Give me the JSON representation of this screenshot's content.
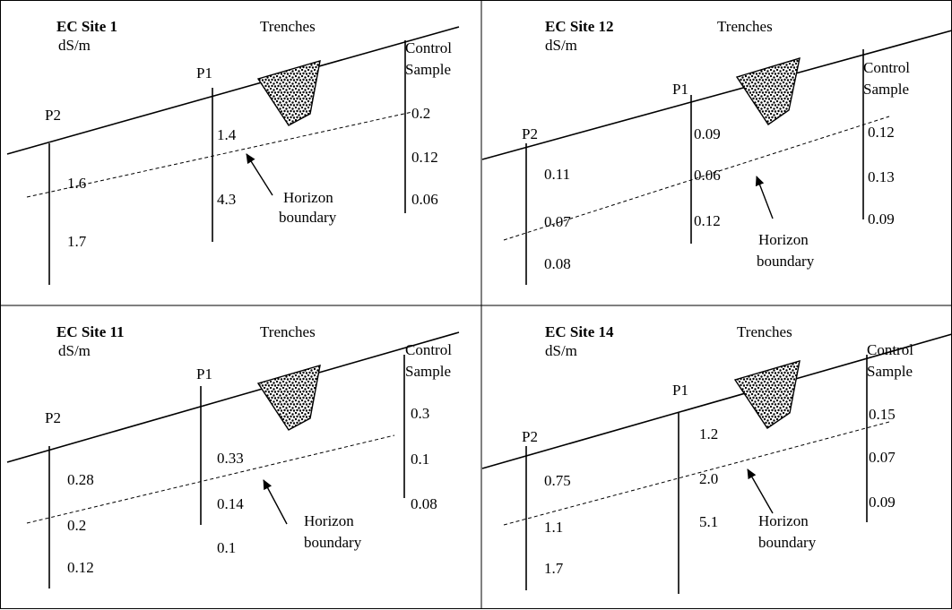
{
  "panels": [
    {
      "site": "EC  Site 1",
      "unit": "dS/m",
      "trenches": "Trenches",
      "p1": "P1",
      "p2": "P2",
      "control_line1": "Control",
      "control_line2": "Sample",
      "horizon_line1": "Horizon",
      "horizon_line2": "boundary",
      "p2_values": [
        "1.6",
        "1.7"
      ],
      "p1_values": [
        "1.4",
        "4.3"
      ],
      "control_values": [
        "0.2",
        "0.12",
        "0.06"
      ]
    },
    {
      "site": "EC  Site 12",
      "unit": "dS/m",
      "trenches": "Trenches",
      "p1": "P1",
      "p2": "P2",
      "control_line1": "Control",
      "control_line2": "Sample",
      "horizon_line1": "Horizon",
      "horizon_line2": "boundary",
      "p2_values": [
        "0.11",
        "0.07",
        "0.08"
      ],
      "p1_values": [
        "0.09",
        "0.06",
        "0.12"
      ],
      "control_values": [
        "0.12",
        "0.13",
        "0.09"
      ]
    },
    {
      "site": "EC  Site 11",
      "unit": "dS/m",
      "trenches": "Trenches",
      "p1": "P1",
      "p2": "P2",
      "control_line1": "Control",
      "control_line2": "Sample",
      "horizon_line1": "Horizon",
      "horizon_line2": "boundary",
      "p2_values": [
        "0.28",
        "0.2",
        "0.12"
      ],
      "p1_values": [
        "0.33",
        "0.14",
        "0.1"
      ],
      "control_values": [
        "0.3",
        "0.1",
        "0.08"
      ]
    },
    {
      "site": "EC  Site 14",
      "unit": "dS/m",
      "trenches": "Trenches",
      "p1": "P1",
      "p2": "P2",
      "control_line1": "Control",
      "control_line2": "Sample",
      "horizon_line1": "Horizon",
      "horizon_line2": "boundary",
      "p2_values": [
        "0.75",
        "1.1",
        "1.7"
      ],
      "p1_values": [
        "1.2",
        "2.0",
        "5.1"
      ],
      "control_values": [
        "0.15",
        "0.07",
        "0.09"
      ]
    }
  ]
}
